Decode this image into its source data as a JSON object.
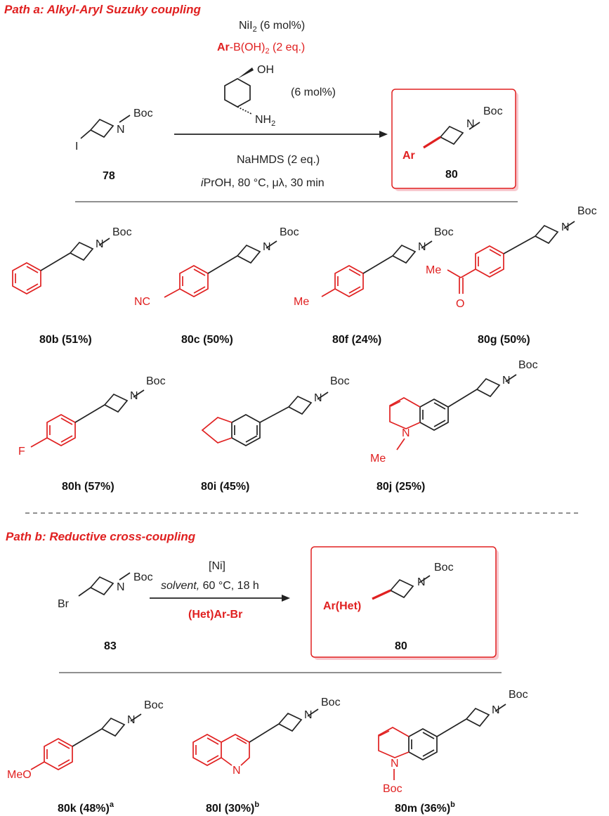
{
  "path_a": {
    "title": "Path a: Alkyl-Aryl Suzuky coupling",
    "cond1_main": "NiI",
    "cond1_sub": "2",
    "cond1_tail": " (6 mol%)",
    "cond2_ar": "Ar",
    "cond2_mid": "-B(OH)",
    "cond2_sub": "2",
    "cond2_tail": " (2 eq.)",
    "ligand_oh": "OH",
    "ligand_nh": "NH",
    "ligand_nh_sub": "2",
    "ligand_loading": "(6 mol%)",
    "cond3": "NaHMDS (2 eq.)",
    "cond4_i": "i",
    "cond4_rest": "PrOH, 80 °C, μλ, 30 min",
    "sm_label": "78",
    "sm_i": "I",
    "product_label": "80",
    "product_ar": "Ar"
  },
  "path_b": {
    "title": "Path b: Reductive cross-coupling",
    "cond1": "[Ni]",
    "cond2_italic": "solvent,",
    "cond2_rest": " 60 °C, 18 h",
    "cond3": "(Het)Ar-Br",
    "sm_label": "83",
    "sm_br": "Br",
    "product_label": "80",
    "product_ar": "Ar(Het)"
  },
  "common": {
    "boc": "Boc",
    "n": "N"
  },
  "compounds_a": [
    {
      "id": "80b",
      "yield": "80b (51%)"
    },
    {
      "id": "80c",
      "yield": "80c (50%)",
      "sub": "NC"
    },
    {
      "id": "80f",
      "yield": "80f (24%)",
      "sub": "Me"
    },
    {
      "id": "80g",
      "yield": "80g (50%)",
      "sub": "Me",
      "o": "O"
    },
    {
      "id": "80h",
      "yield": "80h (57%)",
      "sub": "F"
    },
    {
      "id": "80i",
      "yield": "80i (45%)"
    },
    {
      "id": "80j",
      "yield": "80j (25%)",
      "n": "N",
      "me": "Me"
    }
  ],
  "compounds_b": [
    {
      "id": "80k",
      "yield": "80k (48%)",
      "sup": "a",
      "sub": "MeO"
    },
    {
      "id": "80l",
      "yield": "80l (30%)",
      "sup": "b",
      "n": "N"
    },
    {
      "id": "80m",
      "yield": "80m (36%)",
      "sup": "b",
      "n": "N",
      "boc": "Boc"
    }
  ]
}
